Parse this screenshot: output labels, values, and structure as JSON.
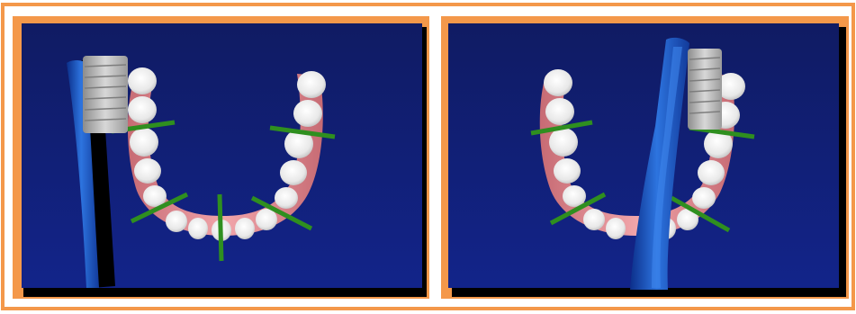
{
  "image": {
    "description_tags": [
      "dental-brushing-illustration"
    ],
    "panels": [
      {
        "name": "left-panel",
        "brush_position": "outer-left-side"
      },
      {
        "name": "right-panel",
        "brush_position": "inner-center"
      }
    ],
    "colors": {
      "frame": "#f4984a",
      "background_top": "#101b63",
      "background_bottom": "#12248a",
      "brush_handle": "#1d59c7",
      "bristles": "#b9b9b9",
      "gum": "#e98d93",
      "tooth": "#f1f1f1",
      "section_marker": "#2f8f1f"
    }
  }
}
